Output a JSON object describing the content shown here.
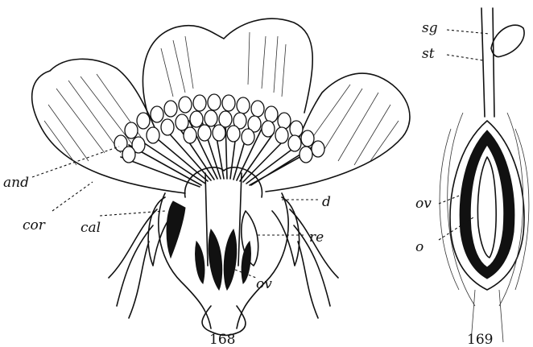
{
  "figure_168": {
    "number": "168",
    "labels": {
      "and": "and",
      "cor": "cor",
      "cal": "cal",
      "d": "d",
      "re": "re",
      "ov": "ov"
    }
  },
  "figure_169": {
    "number": "169",
    "labels": {
      "sg": "sg",
      "st": "st",
      "ov": "ov",
      "o": "o"
    }
  }
}
